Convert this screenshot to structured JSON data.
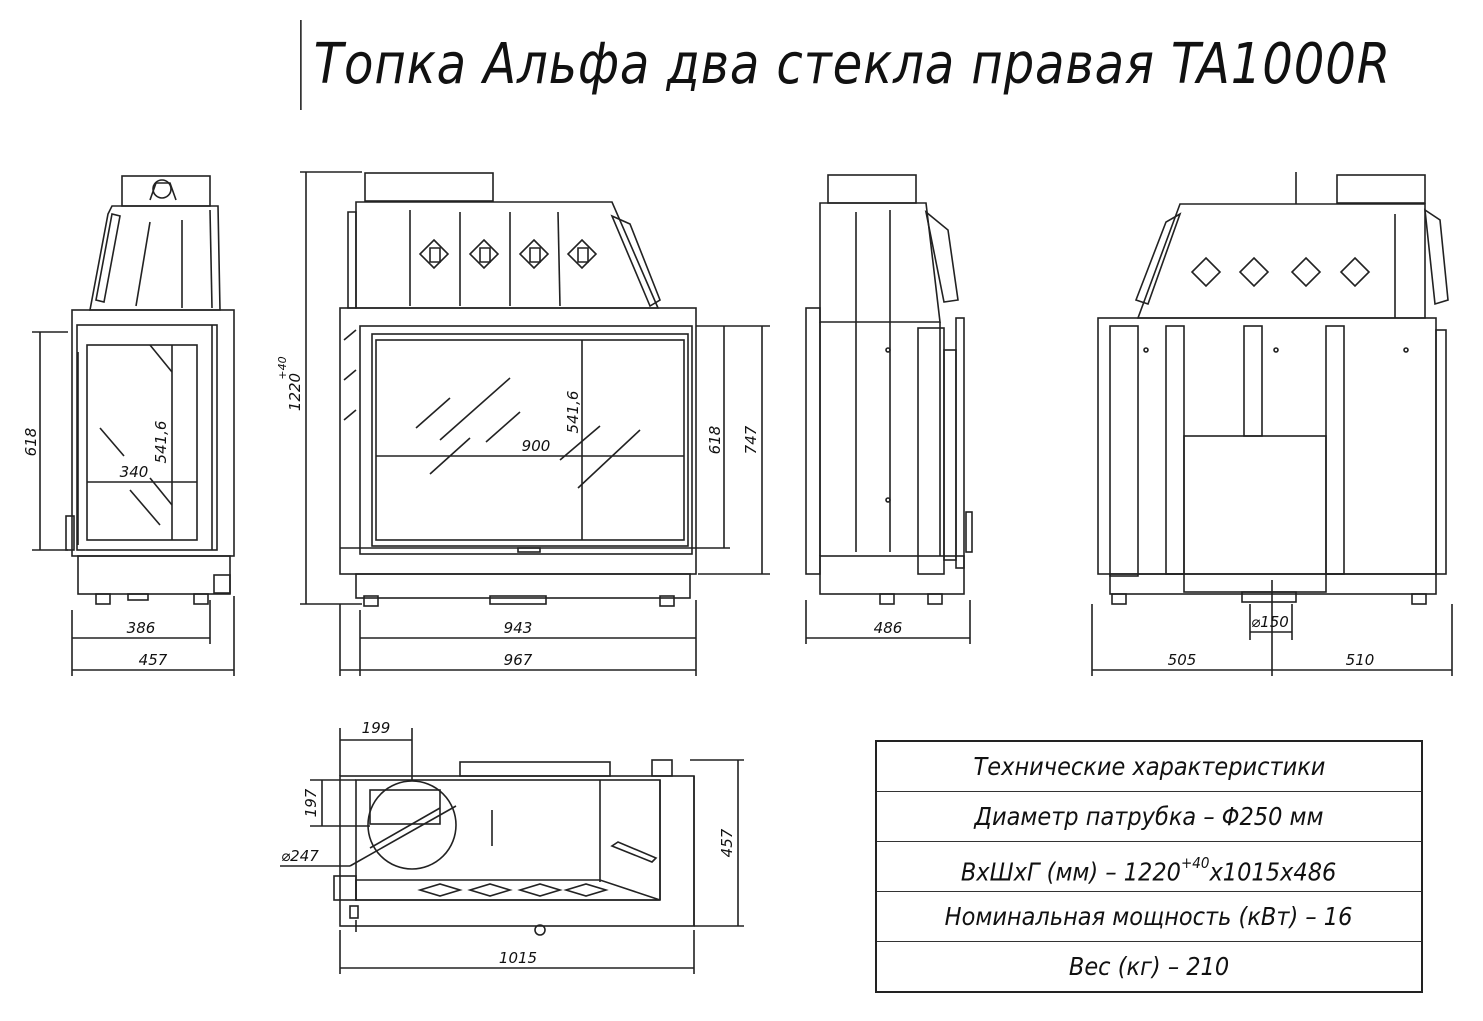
{
  "title": "Топка Альфа два стекла правая TA1000R",
  "dimensions": {
    "side_glass_height": "618",
    "side_inner_height": "541,6",
    "side_inner_width": "340",
    "side_width_inner": "386",
    "side_width_outer": "457",
    "total_height": "1220",
    "total_height_tol": "+40",
    "front_inner_height": "541,6",
    "front_inner_width": "900",
    "front_glass_height": "618",
    "front_body_height": "747",
    "front_width_inner": "943",
    "front_width_outer": "967",
    "depth": "486",
    "back_left_width": "505",
    "back_right_width": "510",
    "flue_bottom_diameter": "⌀150",
    "top_offset_x": "199",
    "top_offset_y": "197",
    "top_flue_diameter": "⌀247",
    "top_depth": "457",
    "top_width": "1015"
  },
  "specs": {
    "header": "Технические характеристики",
    "flue": "Диаметр патрубка – Φ250 мм",
    "size_prefix": "ВхШхГ (мм) – 1220",
    "size_tol": "+40",
    "size_suffix": "х1015х486",
    "power": "Номинальная мощность (кВт) – 16",
    "weight": "Вес (кг) – 210"
  }
}
